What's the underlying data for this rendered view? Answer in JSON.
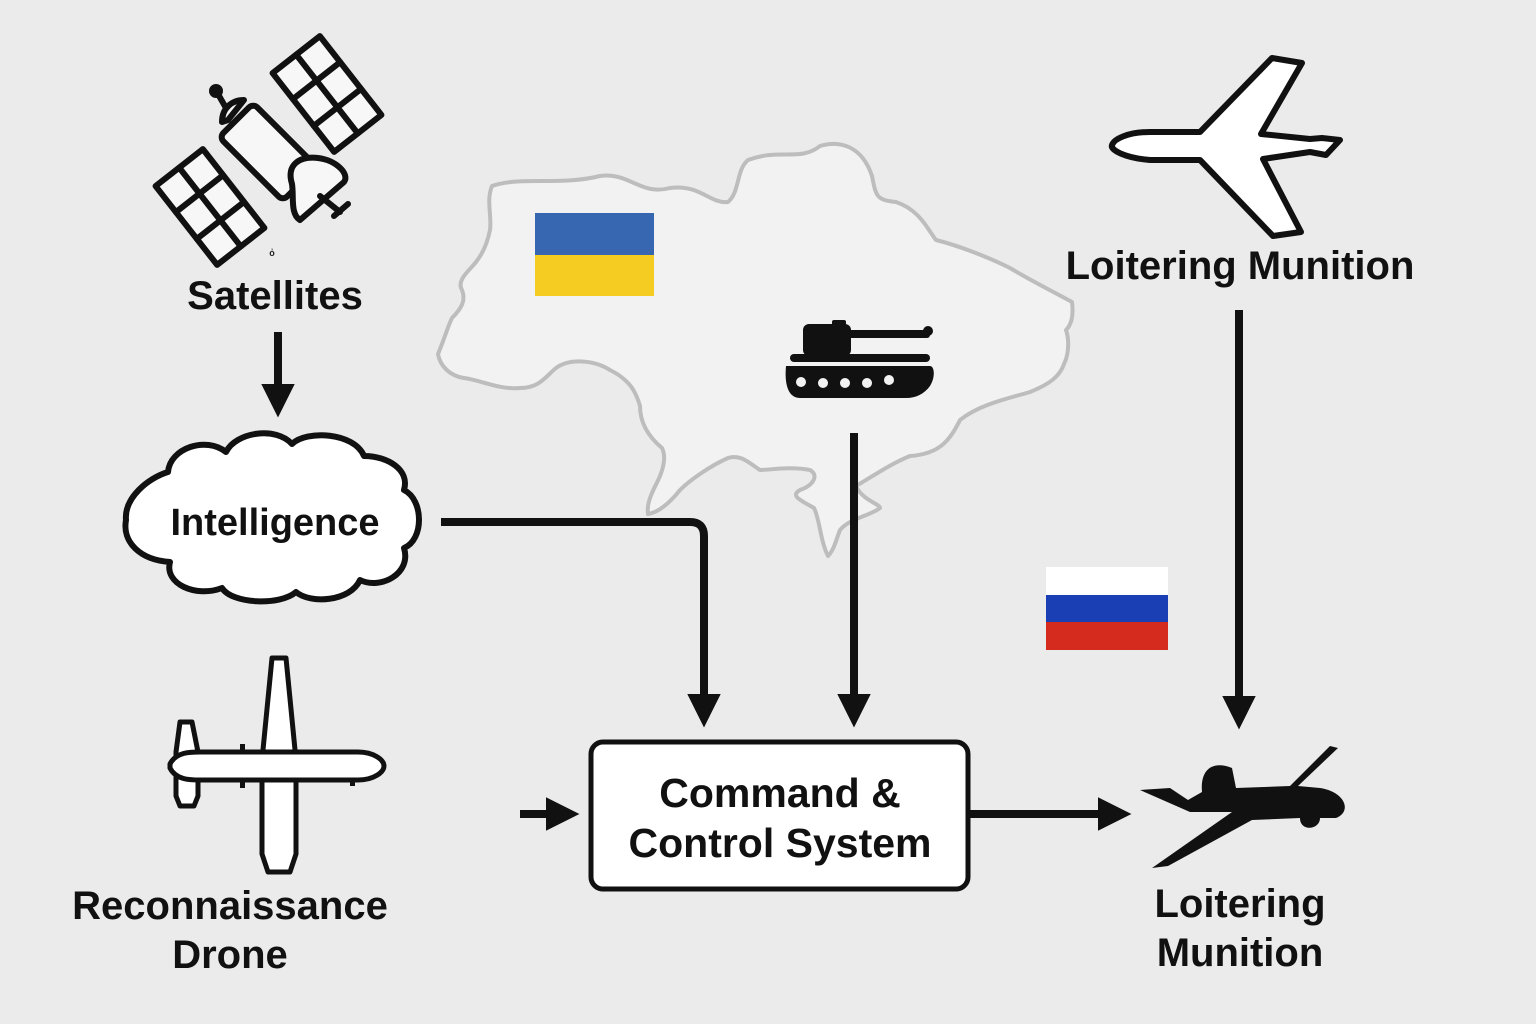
{
  "diagram": {
    "title": "",
    "colors": {
      "background": "#ebebeb",
      "ink": "#111111",
      "map_fill": "#f3f3f3",
      "map_outline": "#bdbdbd",
      "ukraine_blue": "#3767b1",
      "ukraine_yellow": "#f5cc21",
      "russia_white": "#ffffff",
      "russia_blue": "#1a3fb5",
      "russia_red": "#d52b1e"
    },
    "nodes": {
      "satellites": {
        "label": "Satellites",
        "icon": "satellite-icon",
        "glyph": "ὀ"
      },
      "intelligence": {
        "label": "Intelligence",
        "shape": "cloud"
      },
      "recon_drone": {
        "label_line1": "Reconnaissance",
        "label_line2": "Drone",
        "icon": "recon-drone-icon"
      },
      "c2": {
        "label_line1": "Command &",
        "label_line2": "Control System",
        "shape": "rounded-box"
      },
      "loitering_top": {
        "label": "Loitering Munition",
        "icon": "plane-outline-icon"
      },
      "loitering_bottom": {
        "label_line1": "Loitering",
        "label_line2": "Munition",
        "icon": "loitering-drone-silhouette-icon"
      },
      "tank": {
        "icon": "tank-icon"
      },
      "ukraine_map": {
        "icon": "ukraine-map-outline"
      },
      "flag_ukraine": {
        "icon": "ukraine-flag-icon"
      },
      "flag_russia": {
        "icon": "russia-flag-icon"
      }
    },
    "edges": [
      {
        "from": "satellites",
        "to": "intelligence"
      },
      {
        "from": "intelligence",
        "to": "c2"
      },
      {
        "from": "tank",
        "to": "c2"
      },
      {
        "from": "recon_drone",
        "to": "c2"
      },
      {
        "from": "c2",
        "to": "loitering_bottom"
      },
      {
        "from": "loitering_top",
        "to": "loitering_bottom"
      }
    ]
  }
}
